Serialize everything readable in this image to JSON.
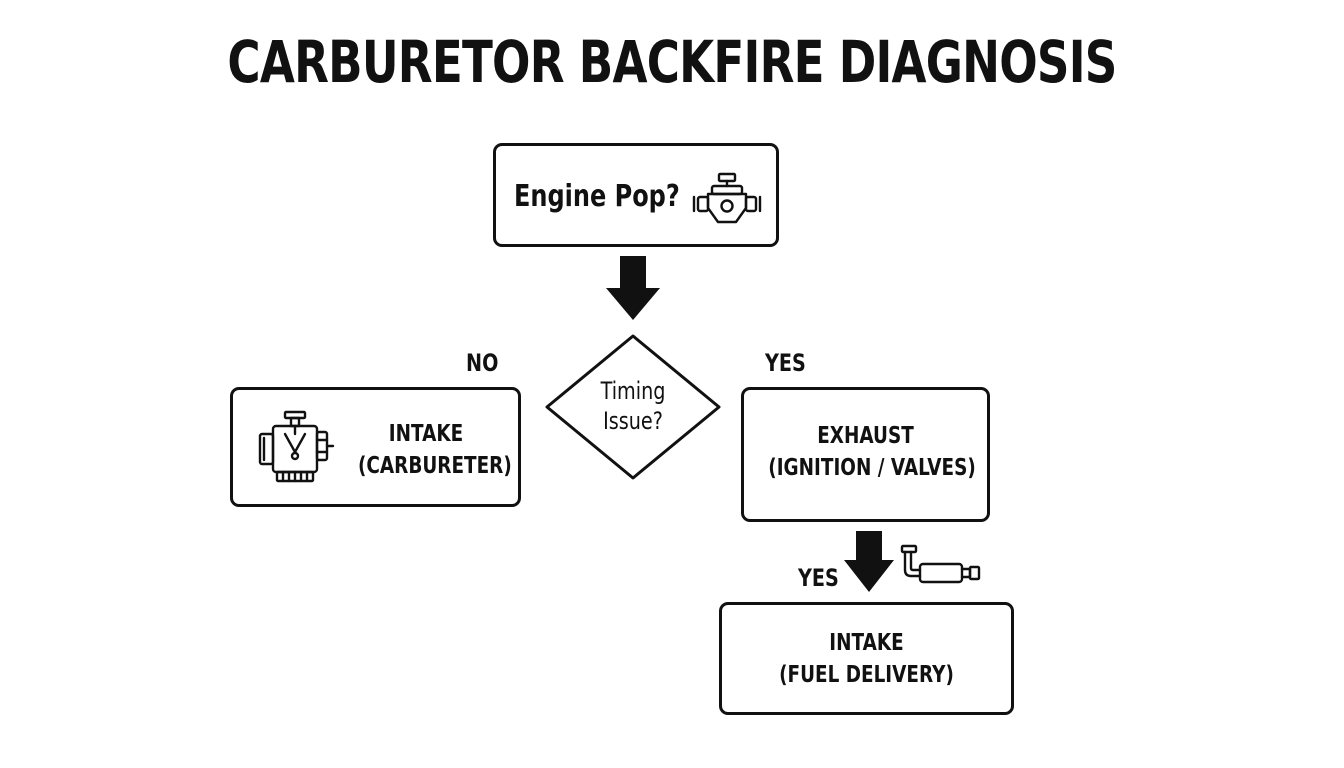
{
  "title": "CARBURETOR BACKFIRE DIAGNOSIS",
  "nodes": {
    "start": {
      "label": "Engine Pop?",
      "icon": "engine-icon"
    },
    "decision": {
      "line1": "Timing",
      "line2": "Issue?"
    },
    "left": {
      "line1": "INTAKE",
      "line2": "(CARBURETER)",
      "icon": "carburetor-icon"
    },
    "right": {
      "line1": "EXHAUST",
      "line2": "(IGNITION / VALVES)"
    },
    "bottom": {
      "line1": "INTAKE",
      "line2": "(FUEL DELIVERY)",
      "icon": "exhaust-pipe-icon"
    }
  },
  "edges": {
    "no_label": "NO",
    "yes_label": "YES",
    "yes_label_2": "YES"
  },
  "colors": {
    "stroke": "#111111",
    "background": "#ffffff"
  }
}
